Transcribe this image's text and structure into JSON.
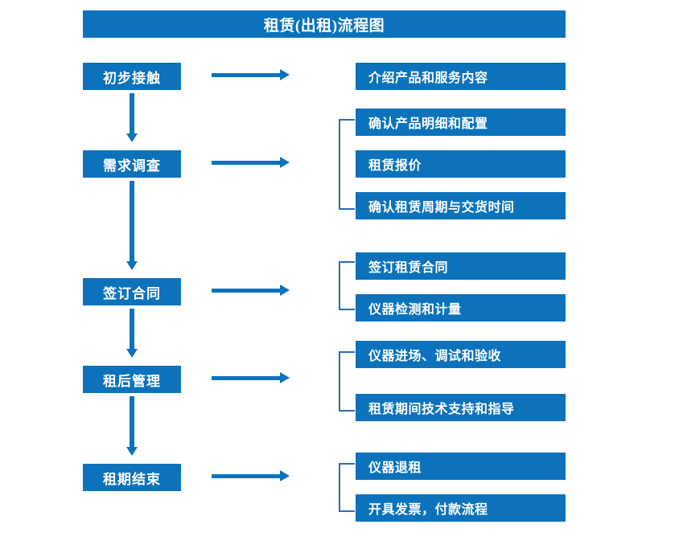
{
  "diagram": {
    "title": "租赁(出租)流程图",
    "accent_color": "#0c72bc",
    "bracket_color": "#2a6eb5",
    "text_color": "#ffffff",
    "background_color": "#ffffff"
  },
  "stages": [
    {
      "label": "初步接触",
      "details": [
        "介绍产品和服务内容"
      ]
    },
    {
      "label": "需求调查",
      "details": [
        "确认产品明细和配置",
        "租赁报价",
        "确认租赁周期与交货时间"
      ]
    },
    {
      "label": "签订合同",
      "details": [
        "签订租赁合同",
        "仪器检测和计量"
      ]
    },
    {
      "label": "租后管理",
      "details": [
        "仪器进场、调试和验收",
        "租赁期间技术支持和指导"
      ]
    },
    {
      "label": "租期结束",
      "details": [
        "仪器退租",
        "开具发票，付款流程"
      ]
    }
  ]
}
